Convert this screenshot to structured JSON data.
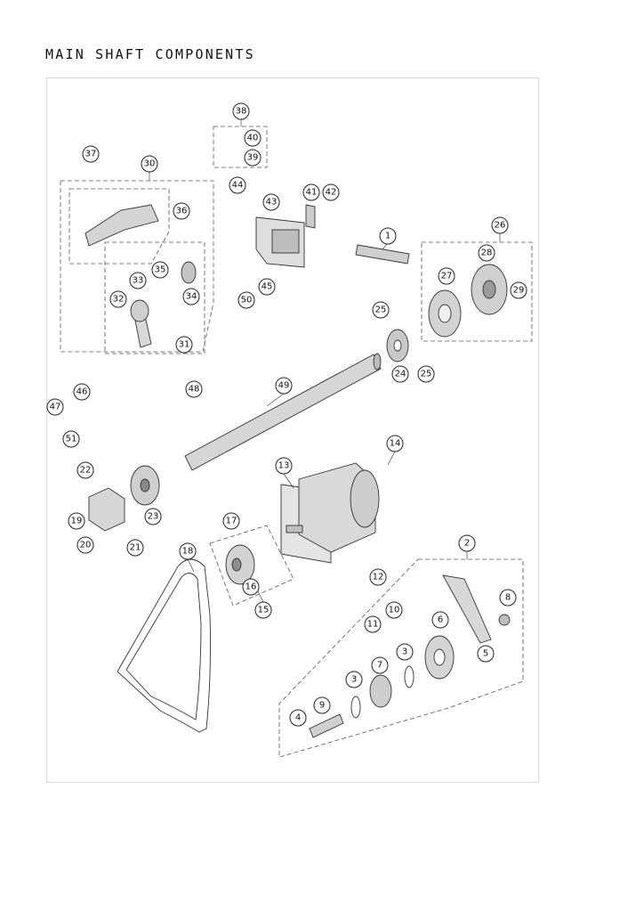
{
  "page": {
    "title": "MAIN SHAFT COMPONENTS"
  },
  "diagram": {
    "callouts": [
      "1",
      "2",
      "3",
      "3",
      "4",
      "5",
      "6",
      "7",
      "8",
      "9",
      "10",
      "11",
      "12",
      "13",
      "14",
      "15",
      "16",
      "17",
      "18",
      "19",
      "20",
      "21",
      "22",
      "23",
      "24",
      "25",
      "25",
      "26",
      "27",
      "28",
      "29",
      "30",
      "31",
      "32",
      "33",
      "34",
      "35",
      "36",
      "37",
      "38",
      "39",
      "40",
      "41",
      "42",
      "43",
      "44",
      "45",
      "46",
      "47",
      "48",
      "49",
      "50",
      "51"
    ]
  }
}
